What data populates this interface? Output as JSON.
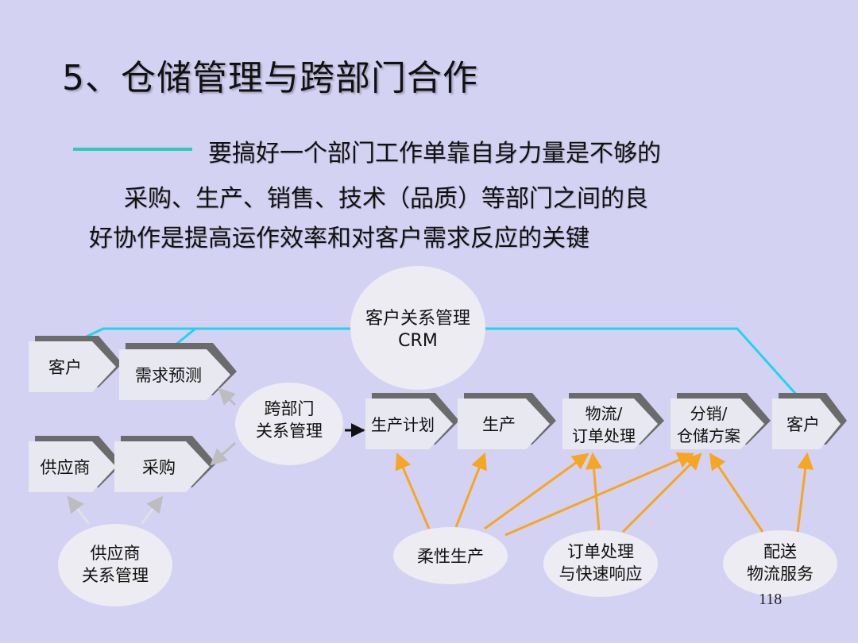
{
  "title": "5、仓储管理与跨部门合作",
  "subtitle": "要搞好一个部门工作单靠自身力量是不够的",
  "body": {
    "line1": "采购、生产、销售、技术（品质）等部门之间的良",
    "line2": "好协作是提高运作效率和对客户需求反应的关键"
  },
  "diagram": {
    "crm": [
      "客户关系管理",
      "CRM"
    ],
    "customer_left": "客户",
    "demand_forecast": "需求预测",
    "supplier": "供应商",
    "purchasing": "采购",
    "cross_dept": [
      "跨部门",
      "关系管理"
    ],
    "production_plan": "生产计划",
    "production": "生产",
    "logistics": [
      "物流/",
      "订单处理"
    ],
    "distribution": [
      "分销/",
      "仓储方案"
    ],
    "customer_right": "客户",
    "srm": [
      "供应商",
      "关系管理"
    ],
    "flexible_production": "柔性生产",
    "order_processing": [
      "订单处理",
      "与快速响应"
    ],
    "delivery": [
      "配送",
      "物流服务"
    ]
  },
  "colors": {
    "background": "#d4d2f2",
    "accent_line": "#2fc9bb",
    "link_line": "#22d3f0",
    "arrow_orange": "#f5a623",
    "arrow_gray": "#bdbdbd",
    "box_fill": "#e8e8f0",
    "box_shadow": "#6b6b6b"
  },
  "page_number": "118"
}
